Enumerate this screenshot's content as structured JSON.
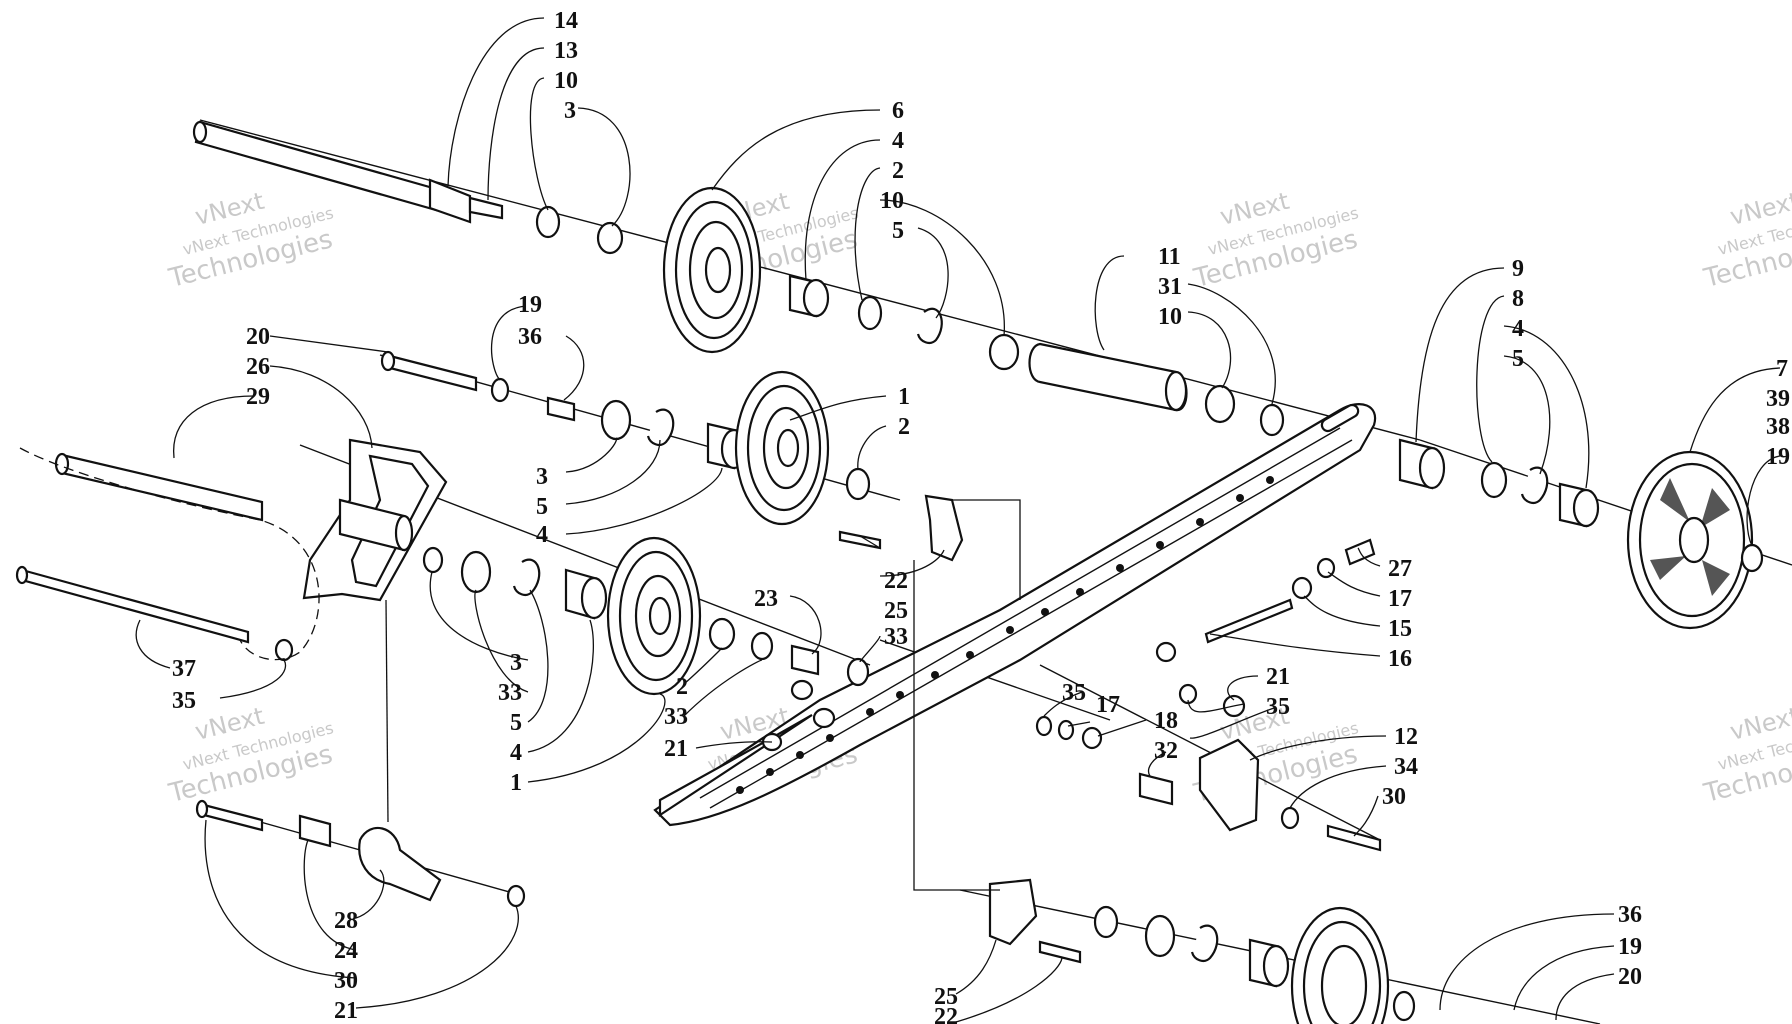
{
  "watermark": {
    "line1": "vNext",
    "line2": "vNext Technologies",
    "line3": "Technologies"
  },
  "callouts": {
    "c14": "14",
    "c13": "13",
    "c10a": "10",
    "c3a": "3",
    "c6": "6",
    "c4a": "4",
    "c2a": "2",
    "c10b": "10",
    "c5a": "5",
    "c11": "11",
    "c31": "31",
    "c10c": "10",
    "c9": "9",
    "c8": "8",
    "c4b": "4",
    "c5b": "5",
    "c7": "7",
    "c39": "39",
    "c38": "38",
    "c19c": "19",
    "c19a": "19",
    "c36a": "36",
    "c20a": "20",
    "c26": "26",
    "c29": "29",
    "c1a": "1",
    "c2b": "2",
    "c3b": "3",
    "c5c": "5",
    "c4c": "4",
    "c22a": "22",
    "c25a": "25",
    "c27": "27",
    "c17a": "17",
    "c15": "15",
    "c16": "16",
    "c23": "23",
    "c33a": "33",
    "c37": "37",
    "c35a": "35",
    "c3c": "3",
    "c33b": "33",
    "c5d": "5",
    "c4d": "4",
    "c1b": "1",
    "c2c": "2",
    "c33c": "33",
    "c21a": "21",
    "c21b": "21",
    "c35b": "35",
    "c35c": "35",
    "c17b": "17",
    "c18": "18",
    "c32": "32",
    "c12": "12",
    "c34": "34",
    "c30a": "30",
    "c28": "28",
    "c24": "24",
    "c30b": "30",
    "c21c": "21",
    "c25b": "25",
    "c22b": "22",
    "c36b": "36",
    "c19b": "19",
    "c20b": "20"
  }
}
